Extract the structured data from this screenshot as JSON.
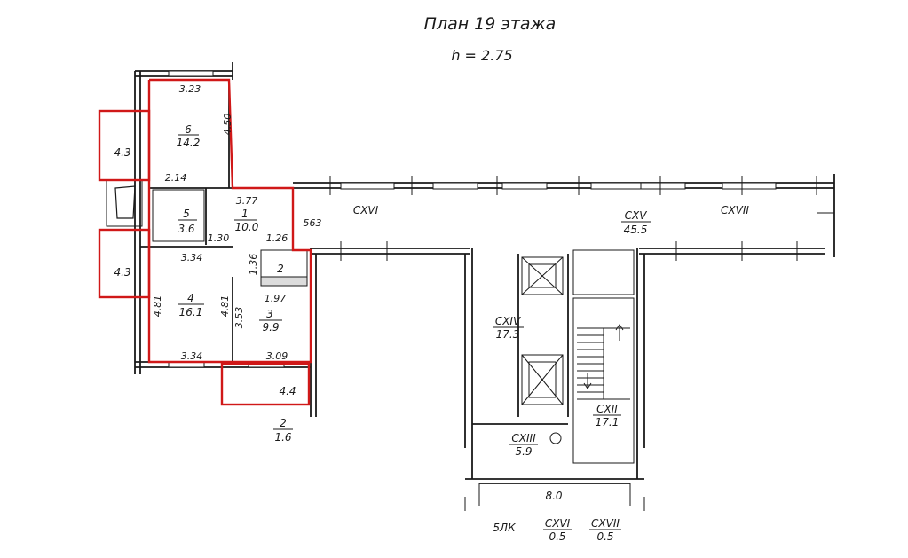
{
  "header": {
    "title": "План 19  этажа",
    "height_label": "h = 2.75"
  },
  "highlight_color": "#d01818",
  "balconies": [
    {
      "id": "top",
      "area": "4.3"
    },
    {
      "id": "middle",
      "area": "4.3"
    },
    {
      "id": "bottom",
      "area": "4.4"
    }
  ],
  "rooms": [
    {
      "id": "r1",
      "number": "1",
      "area": "10.0"
    },
    {
      "id": "r2",
      "number": "2",
      "area": ""
    },
    {
      "id": "r3",
      "number": "3",
      "area": "9.9"
    },
    {
      "id": "r4",
      "number": "4",
      "area": "16.1"
    },
    {
      "id": "r5",
      "number": "5",
      "area": "3.6"
    },
    {
      "id": "r6",
      "number": "6",
      "area": "14.2"
    }
  ],
  "dimensions": {
    "d323": "3.23",
    "d450": "4.50",
    "d214": "2.14",
    "d377": "3.77",
    "d130": "1.30",
    "d126": "1.26",
    "d136": "1.36",
    "d334a": "3.34",
    "d334b": "3.34",
    "d481a": "4.81",
    "d481b": "4.81",
    "d197": "1.97",
    "d353": "3.53",
    "d309": "3.09",
    "d563": "563",
    "d80": "8.0"
  },
  "common_areas": [
    {
      "id": "cxv",
      "number": "CXV",
      "area": "45.5"
    },
    {
      "id": "cxvi",
      "number": "CXVI",
      "area": ""
    },
    {
      "id": "cxvii",
      "number": "CXVII",
      "area": ""
    },
    {
      "id": "cxiv",
      "number": "CXIV",
      "area": "17.3"
    },
    {
      "id": "cxiii",
      "number": "CXIII",
      "area": "5.9"
    },
    {
      "id": "cxii",
      "number": "CXII",
      "area": "17.1"
    }
  ],
  "outside": {
    "number": "2",
    "area": "1.6"
  },
  "legend": {
    "label": "5ЛК",
    "items": [
      {
        "number": "CXVI",
        "area": "0.5"
      },
      {
        "number": "CXVII",
        "area": "0.5"
      }
    ]
  }
}
